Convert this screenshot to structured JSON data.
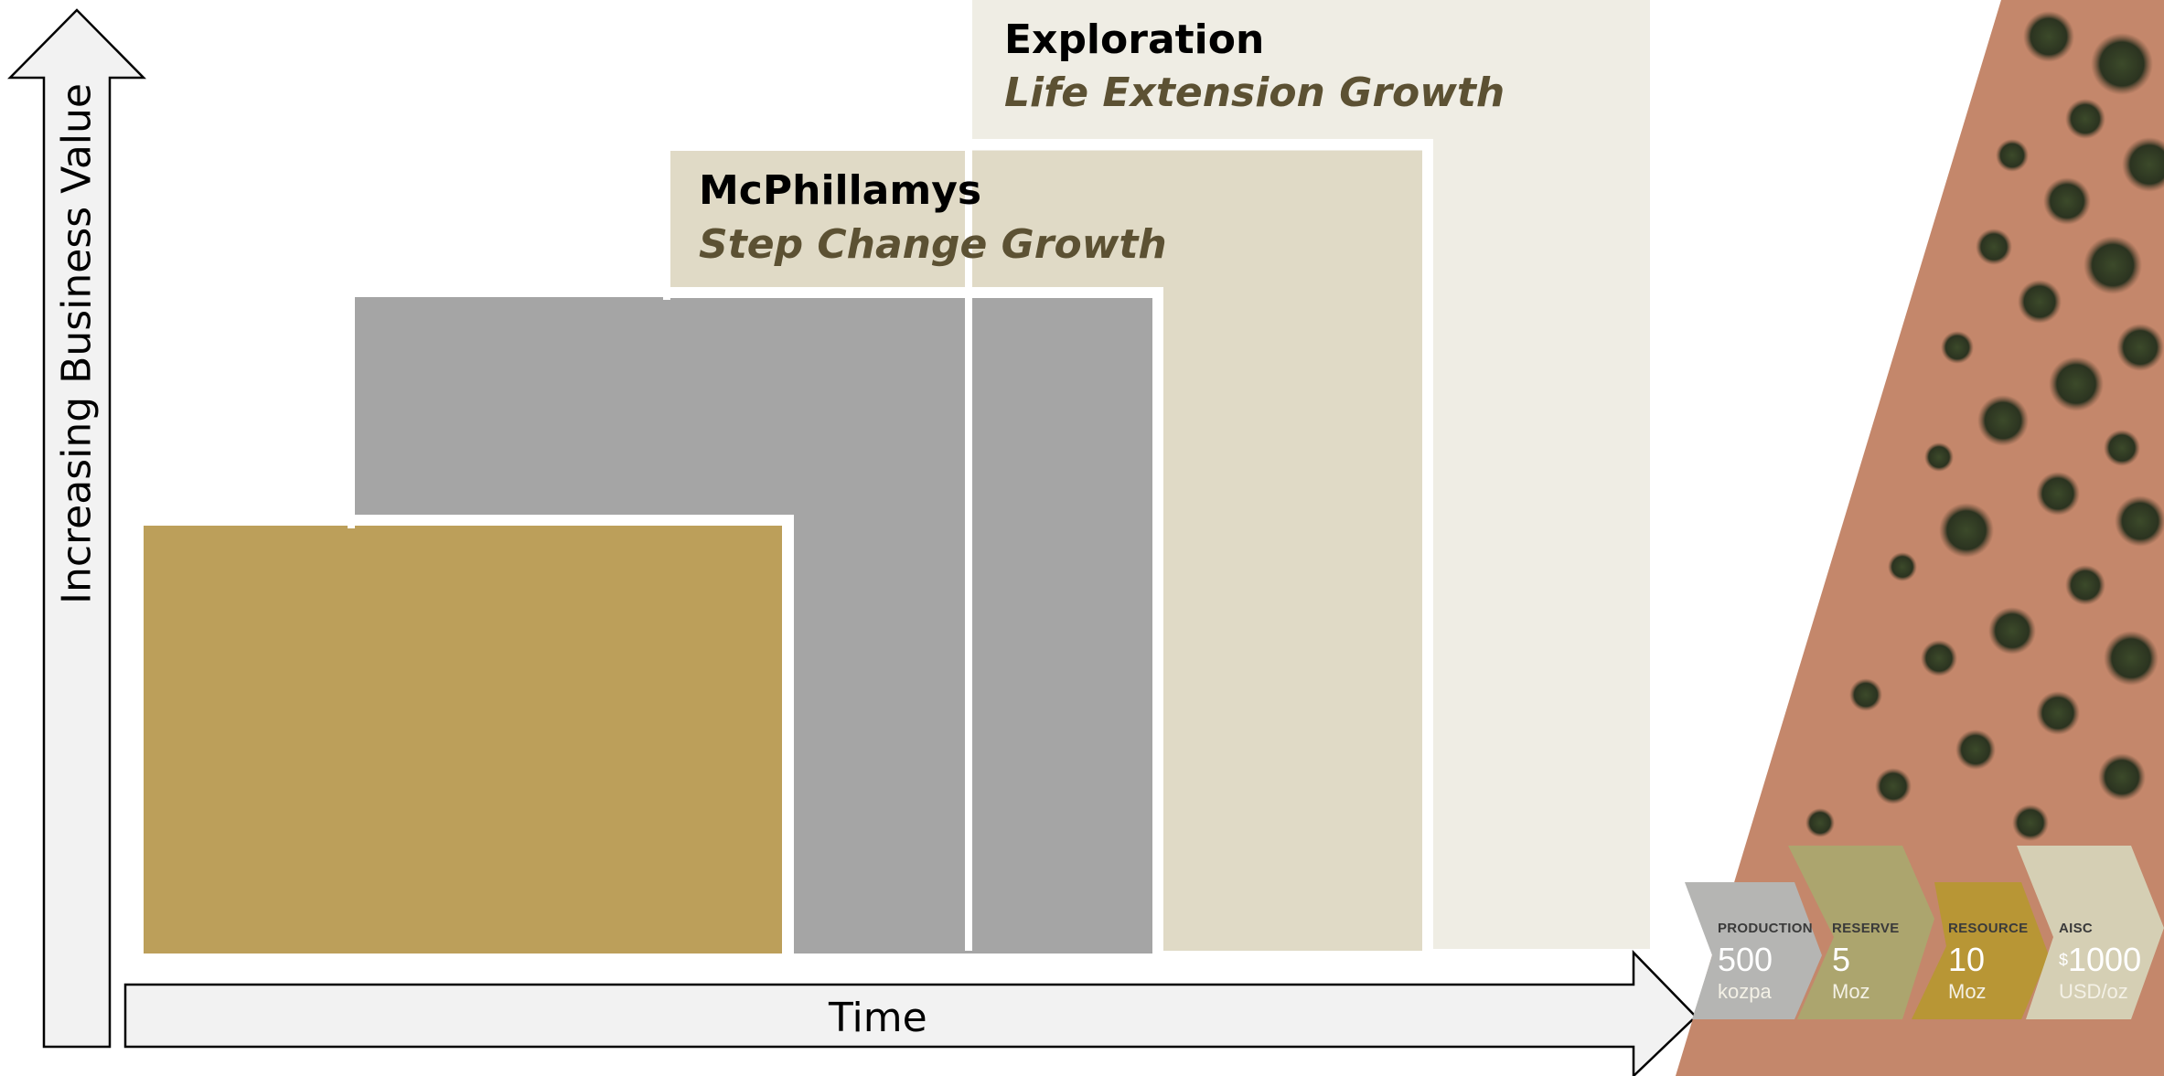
{
  "axes": {
    "y_label": "Increasing Business Value",
    "x_label": "Time"
  },
  "blocks": {
    "exploration": {
      "title": "Exploration",
      "subtitle": "Life Extension Growth"
    },
    "mcphillamys": {
      "title": "McPhillamys",
      "subtitle": "Step Change Growth"
    }
  },
  "metrics": [
    {
      "caption": "PRODUCTION",
      "value": "500",
      "unit": "kozpa"
    },
    {
      "caption": "RESERVE",
      "value": "5",
      "unit": "Moz"
    },
    {
      "caption": "RESOURCE",
      "value": "10",
      "unit": "Moz"
    },
    {
      "caption": "AISC",
      "prefix": "$",
      "value": "1000",
      "unit": "USD/oz"
    }
  ],
  "colors": {
    "gold_block": "#bc9f5a",
    "gray_block": "#a5a5a5",
    "mcphillamys_block": "#e0dac6",
    "exploration_block": "#efede4",
    "subtitle_text": "#5c5133",
    "chevron_production": "#b5b5b3",
    "chevron_reserve": "#aca56e",
    "chevron_resource": "#b89635",
    "chevron_aisc": "#d5cfb4"
  }
}
